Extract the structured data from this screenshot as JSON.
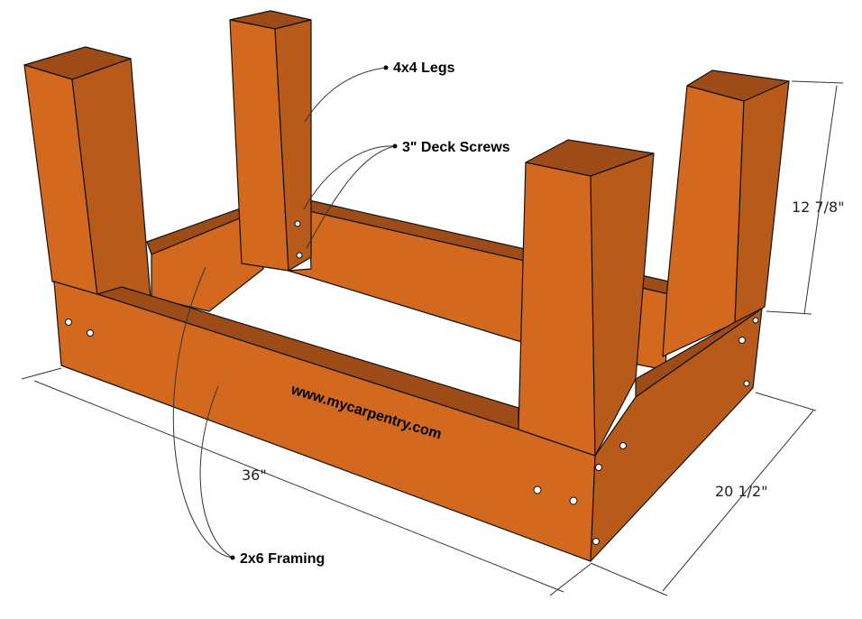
{
  "labels": {
    "legs": "4x4 Legs",
    "screws": "3\" Deck Screws",
    "framing": "2x6 Framing",
    "watermark": "www.mycarpentry.com"
  },
  "dimensions": {
    "length": "36\"",
    "width": "20 1/2\"",
    "height": "12 7/8\""
  },
  "colors": {
    "wood_face": "#D2691E",
    "wood_side": "#B85A1A",
    "wood_top": "#9E4C17"
  }
}
